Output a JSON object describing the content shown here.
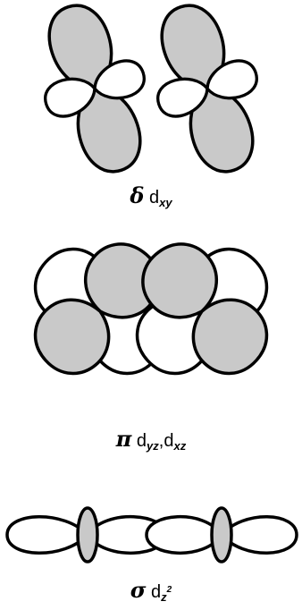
{
  "labels": {
    "delta": {
      "greek": "δ",
      "orbital": "d",
      "sub": "xy"
    },
    "pi": {
      "greek": "π",
      "orbital1": "d",
      "sub1": "yz",
      "comma": ",",
      "orbital2": "d",
      "sub2": "xz"
    },
    "sigma": {
      "greek": "σ",
      "orbital": "d",
      "sub": "z",
      "sup": "2"
    }
  },
  "colors": {
    "shaded_lobe": "#c9c9c9",
    "outline": "#000000",
    "background": "#ffffff"
  }
}
